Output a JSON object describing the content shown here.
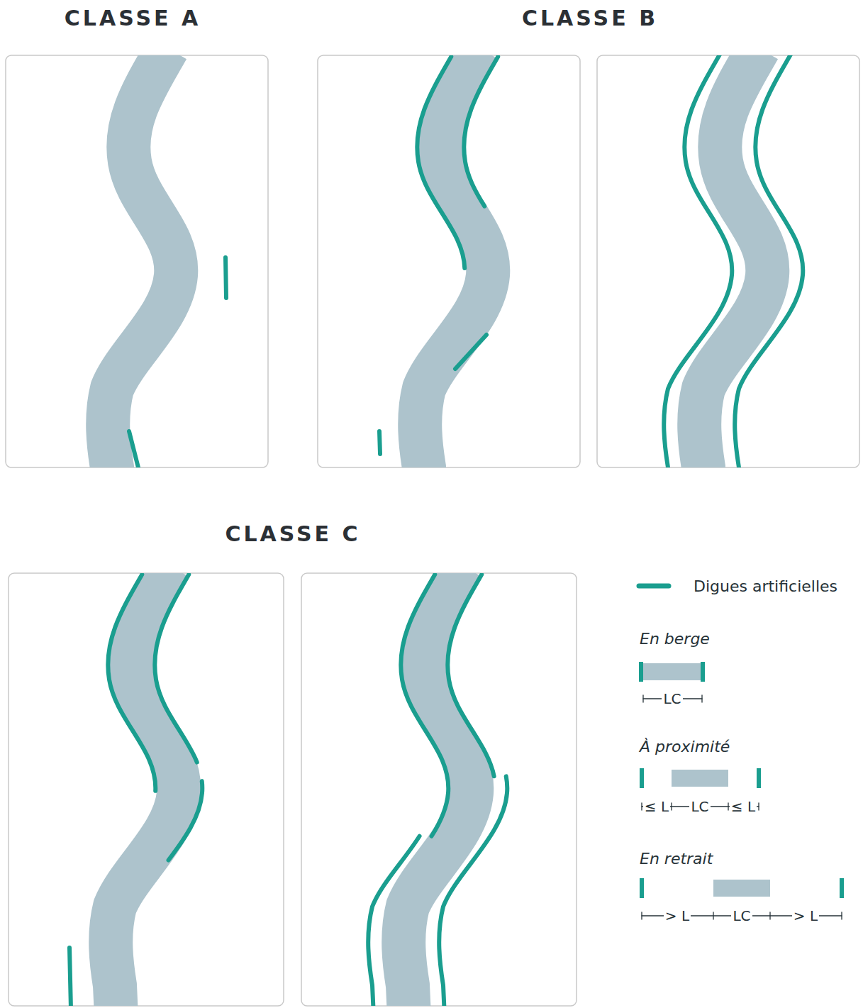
{
  "diagram": {
    "labels": [
      "CLASSE A",
      "CLASSE B",
      "CLASSE C",
      "LC",
      "≤ L",
      "LC",
      "≤ L",
      "> L",
      "LC",
      "> L"
    ],
    "legend": [
      {
        "text": "Digues artificielles"
      },
      {
        "text": "En berge"
      },
      {
        "text": "À proximité"
      },
      {
        "text": "En retrait"
      }
    ]
  }
}
